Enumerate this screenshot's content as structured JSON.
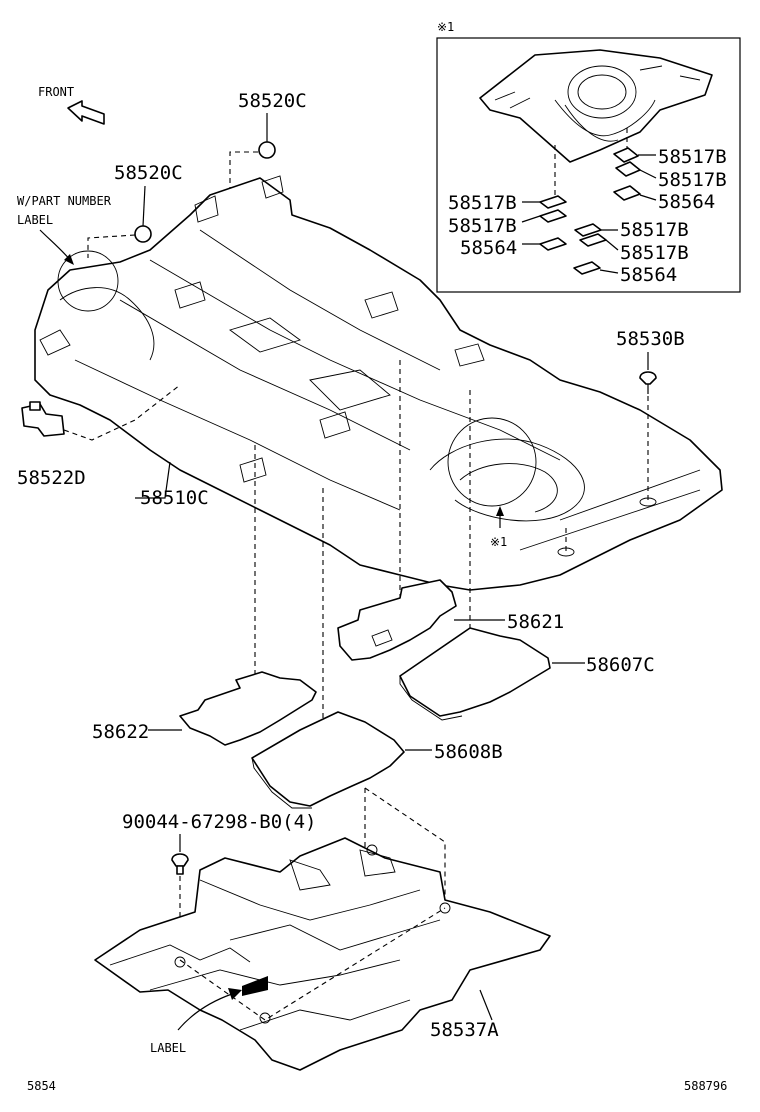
{
  "labels": {
    "front": "FRONT",
    "wpart_line1": "W/PART NUMBER",
    "wpart_line2": "LABEL",
    "inset_mark": "※1",
    "inset_ref_mark": "※1",
    "label_word": "LABEL",
    "p58520C_top": "58520C",
    "p58520C_left": "58520C",
    "p58517B_1": "58517B",
    "p58517B_2": "58517B",
    "p58517B_3": "58517B",
    "p58517B_4": "58517B",
    "p58517B_5": "58517B",
    "p58517B_6": "58517B",
    "p58564_1": "58564",
    "p58564_2": "58564",
    "p58564_3": "58564",
    "p58530B": "58530B",
    "p58522D": "58522D",
    "p58510C": "58510C",
    "p58621": "58621",
    "p58607C": "58607C",
    "p58622": "58622",
    "p58608B": "58608B",
    "p90044": "90044-67298-B0(4)",
    "p58537A": "58537A"
  },
  "footer": {
    "left_code": "5854",
    "right_code": "588796"
  },
  "icons": [
    "front-arrow-icon",
    "label-arrow-icon",
    "clip-icon",
    "plug-icon",
    "grommet-icon"
  ]
}
